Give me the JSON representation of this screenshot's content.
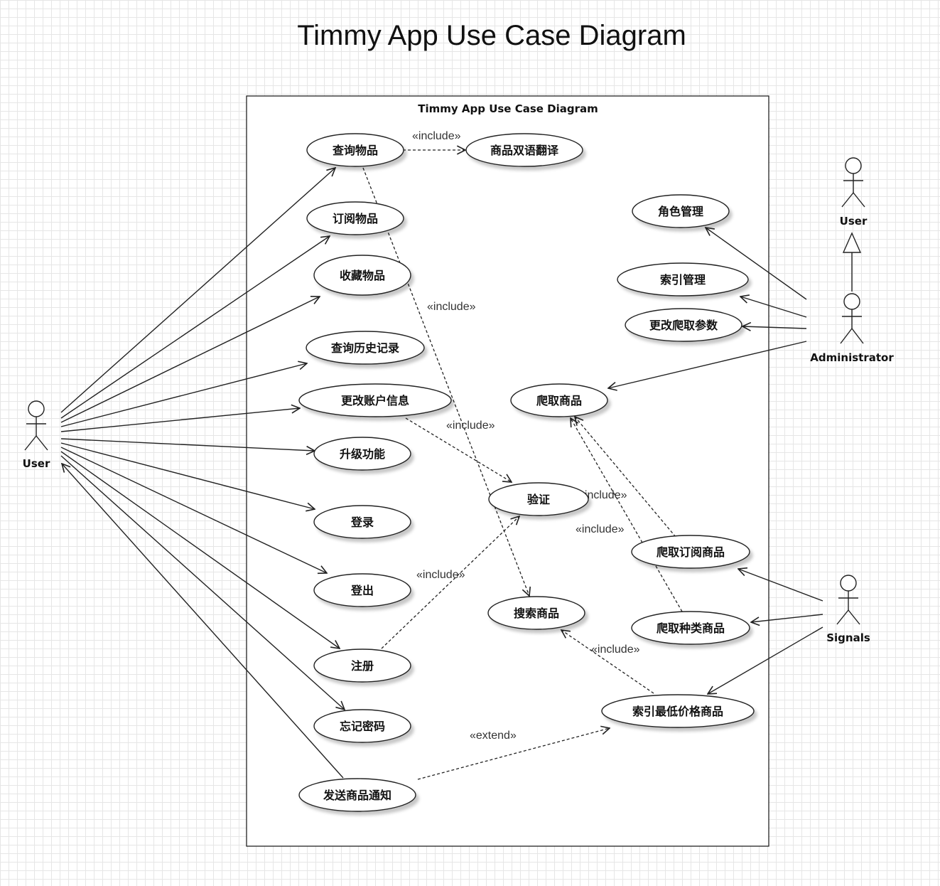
{
  "title": "Timmy App Use Case Diagram",
  "system": {
    "title": "Timmy App Use Case Diagram"
  },
  "actors": [
    {
      "id": "user_left",
      "label": "User"
    },
    {
      "id": "user_right",
      "label": "User"
    },
    {
      "id": "admin",
      "label": "Administrator"
    },
    {
      "id": "signals",
      "label": "Signals"
    }
  ],
  "use_cases": [
    {
      "id": "query_items",
      "label": "查询物品"
    },
    {
      "id": "translate",
      "label": "商品双语翻译"
    },
    {
      "id": "subscribe",
      "label": "订阅物品"
    },
    {
      "id": "favorite",
      "label": "收藏物品"
    },
    {
      "id": "history",
      "label": "查询历史记录"
    },
    {
      "id": "account",
      "label": "更改账户信息"
    },
    {
      "id": "upgrade",
      "label": "升级功能"
    },
    {
      "id": "login",
      "label": "登录"
    },
    {
      "id": "logout",
      "label": "登出"
    },
    {
      "id": "register",
      "label": "注册"
    },
    {
      "id": "forgot",
      "label": "忘记密码"
    },
    {
      "id": "notify",
      "label": "发送商品通知"
    },
    {
      "id": "roles",
      "label": "角色管理"
    },
    {
      "id": "index_mgmt",
      "label": "索引管理"
    },
    {
      "id": "crawl_params",
      "label": "更改爬取参数"
    },
    {
      "id": "crawl",
      "label": "爬取商品"
    },
    {
      "id": "verify",
      "label": "验证"
    },
    {
      "id": "crawl_sub",
      "label": "爬取订阅商品"
    },
    {
      "id": "search",
      "label": "搜索商品"
    },
    {
      "id": "crawl_cat",
      "label": "爬取种类商品"
    },
    {
      "id": "lowest",
      "label": "索引最低价格商品"
    }
  ],
  "relation_labels": {
    "include": "«include»",
    "extend": "«extend»"
  }
}
